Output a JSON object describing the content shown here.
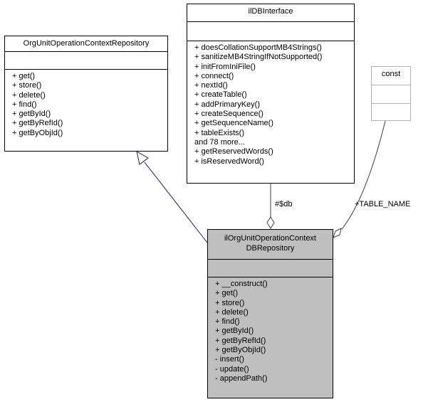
{
  "diagram": {
    "base_class": {
      "name": "OrgUnitOperationContextRepository",
      "attributes": [],
      "methods": [
        "+ get()",
        "+ store()",
        "+ delete()",
        "+ find()",
        "+ getById()",
        "+ getByRefId()",
        "+ getByObjId()"
      ]
    },
    "interface_class": {
      "name": "ilDBInterface",
      "attributes": [],
      "methods": [
        "+ doesCollationSupportMB4Strings()",
        "+ sanitizeMB4StringIfNotSupported()",
        "+ initFromIniFile()",
        "+ connect()",
        "+ nextId()",
        "+ createTable()",
        "+ addPrimaryKey()",
        "+ createSequence()",
        "+ getSequenceName()",
        "+ tableExists()",
        "and 78 more...",
        "+ getReservedWords()",
        "+ isReservedWord()"
      ]
    },
    "const_class": {
      "name": "const"
    },
    "main_class": {
      "name_line1": "ilOrgUnitOperationContext",
      "name_line2": "DBRepository",
      "attributes": [],
      "methods": [
        "+ __construct()",
        "+ get()",
        "+ store()",
        "+ delete()",
        "+ find()",
        "+ getById()",
        "+ getByRefId()",
        "+ getByObjId()",
        "- insert()",
        "- update()",
        "- appendPath()"
      ]
    },
    "edges": {
      "db_label": "#$db",
      "table_name_label": "+TABLE_NAME"
    },
    "colors": {
      "inheritance_edge": "#191970",
      "association_edge": "#404040",
      "highlight_fill": "#bfbfbf",
      "const_border": "#b3b3b3"
    }
  }
}
